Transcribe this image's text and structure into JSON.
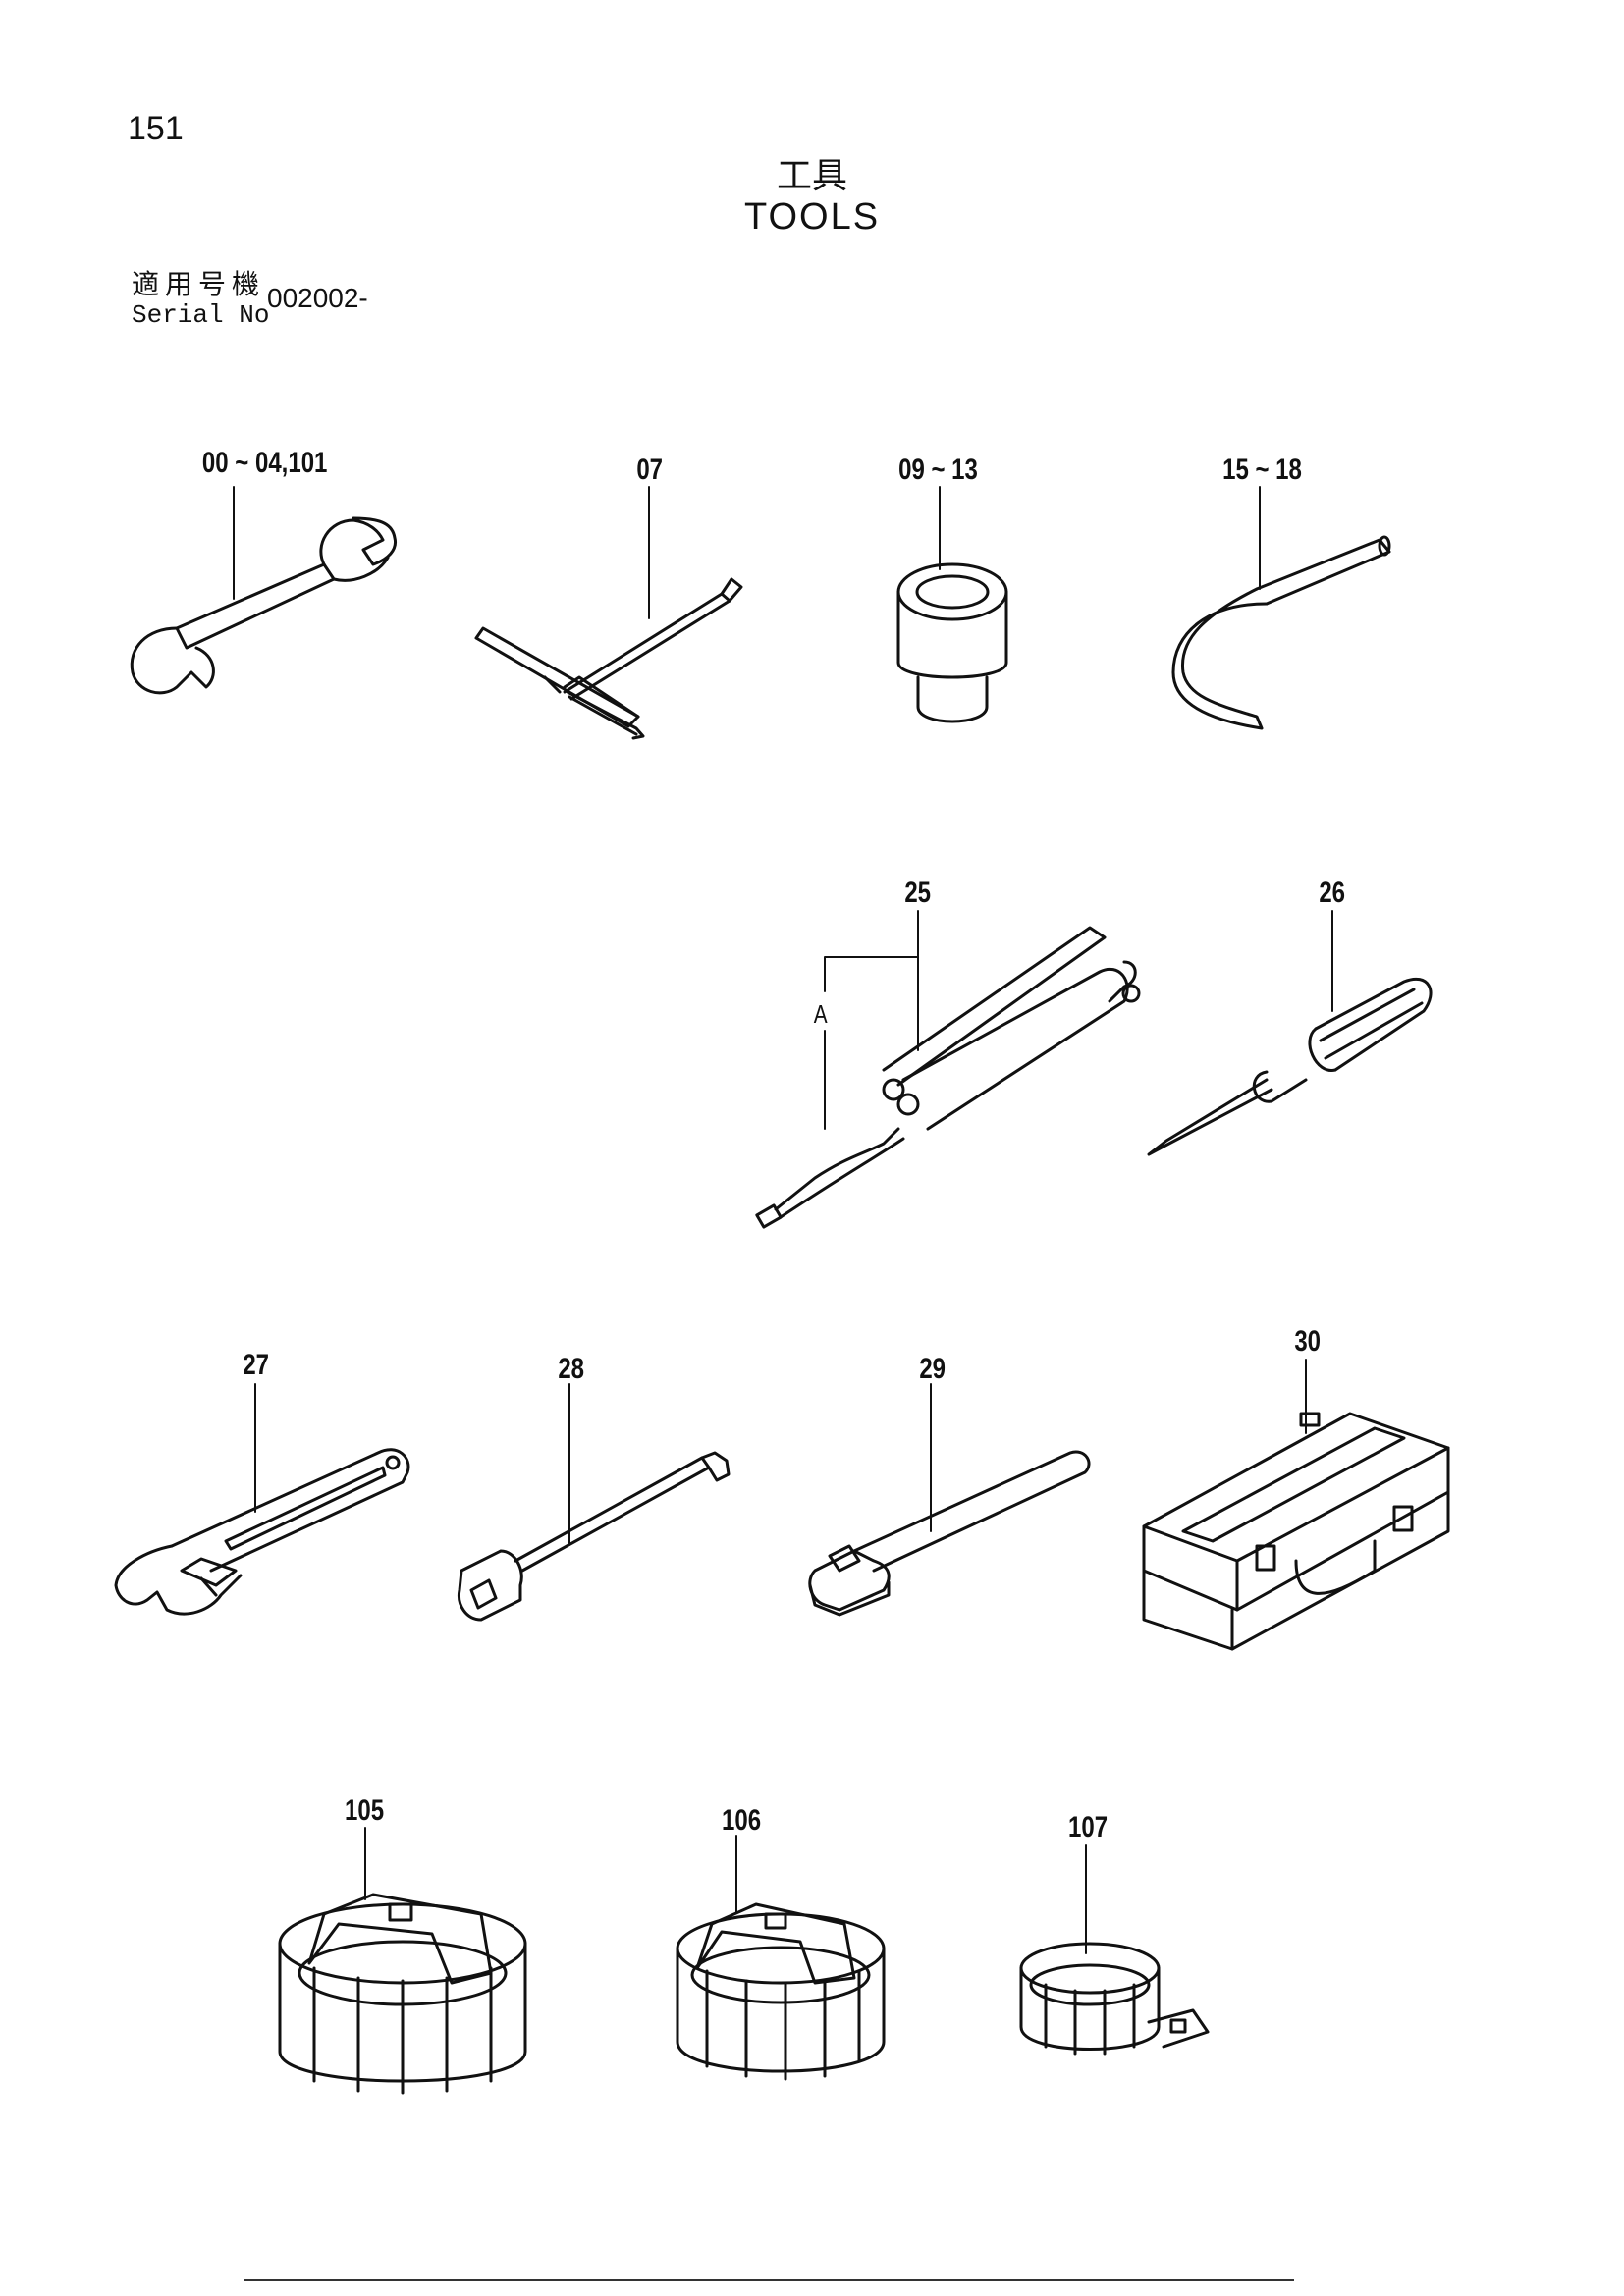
{
  "page": {
    "number": "151",
    "title_jp": "工具",
    "title_en": "TOOLS"
  },
  "serial": {
    "label_jp": "適用号機",
    "label_en": "Serial No",
    "value": "002002-"
  },
  "callouts": {
    "wrench": "00 ~ 04,101",
    "t_handle": "07",
    "socket": "09 ~ 13",
    "hex_key": "15 ~ 18",
    "grease_gun": "25",
    "grease_gun_sub": "A",
    "screwdriver": "26",
    "adjustable_wrench": "27",
    "extension_bar": "28",
    "ratchet_handle": "29",
    "tool_box": "30",
    "filter_wrench_large": "105",
    "filter_wrench_medium": "106",
    "filter_wrench_small": "107"
  }
}
